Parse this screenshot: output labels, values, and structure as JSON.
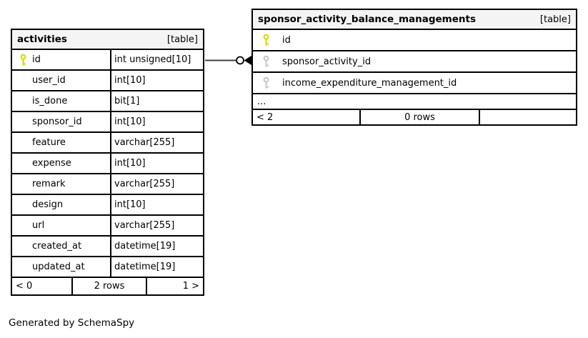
{
  "footer_note": "Generated by SchemaSpy",
  "colors": {
    "primary_key_icon": "#d8d800",
    "foreign_key_icon": "#c8c8c8",
    "header_bg": "#f4f4f4",
    "border": "#000000",
    "relation_line": "#404040"
  },
  "tables": [
    {
      "name": "activities",
      "type_label": "[table]",
      "columns": [
        {
          "name": "id",
          "type": "int unsigned[10]"
        },
        {
          "name": "user_id",
          "type": "int[10]"
        },
        {
          "name": "is_done",
          "type": "bit[1]"
        },
        {
          "name": "sponsor_id",
          "type": "int[10]"
        },
        {
          "name": "feature",
          "type": "varchar[255]"
        },
        {
          "name": "expense",
          "type": "int[10]"
        },
        {
          "name": "remark",
          "type": "varchar[255]"
        },
        {
          "name": "design",
          "type": "int[10]"
        },
        {
          "name": "url",
          "type": "varchar[255]"
        },
        {
          "name": "created_at",
          "type": "datetime[19]"
        },
        {
          "name": "updated_at",
          "type": "datetime[19]"
        }
      ],
      "footer": {
        "parents": "< 0",
        "rows": "2 rows",
        "children": "1 >"
      }
    },
    {
      "name": "sponsor_activity_balance_managements",
      "type_label": "[table]",
      "columns": [
        {
          "name": "id"
        },
        {
          "name": "sponsor_activity_id"
        },
        {
          "name": "income_expenditure_management_id"
        }
      ],
      "ellipsis": "...",
      "footer": {
        "parents": "< 2",
        "rows": "0 rows",
        "children": ""
      }
    }
  ]
}
